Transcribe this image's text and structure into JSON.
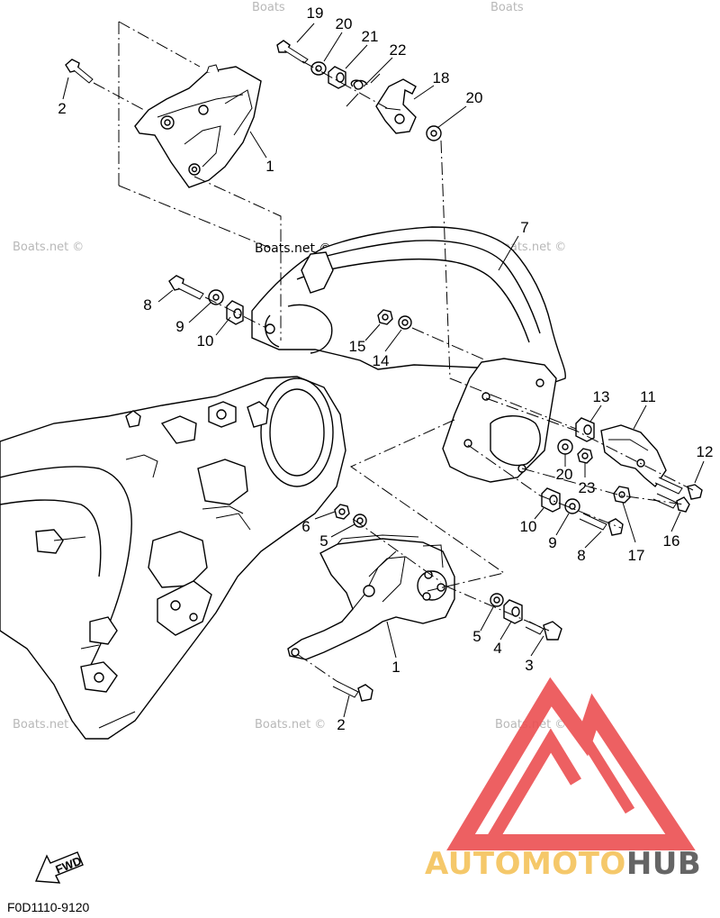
{
  "diagram_code": "F0D1110-9120",
  "fwd_label": "FWD",
  "watermark": "Boats.net ©",
  "watermark_partial": "Boats",
  "logo": {
    "word_light": "AUTOMOTO",
    "word_dark": "HUB",
    "color_primary": "#ec4f52",
    "color_secondary": "#f5c35a",
    "color_dark": "#555555"
  },
  "callouts": [
    {
      "id": "19"
    },
    {
      "id": "20"
    },
    {
      "id": "21"
    },
    {
      "id": "22"
    },
    {
      "id": "18"
    },
    {
      "id": "20"
    },
    {
      "id": "2"
    },
    {
      "id": "1"
    },
    {
      "id": "7"
    },
    {
      "id": "8"
    },
    {
      "id": "9"
    },
    {
      "id": "10"
    },
    {
      "id": "15"
    },
    {
      "id": "14"
    },
    {
      "id": "13"
    },
    {
      "id": "11"
    },
    {
      "id": "12"
    },
    {
      "id": "20"
    },
    {
      "id": "23"
    },
    {
      "id": "10"
    },
    {
      "id": "9"
    },
    {
      "id": "8"
    },
    {
      "id": "17"
    },
    {
      "id": "16"
    },
    {
      "id": "6"
    },
    {
      "id": "5"
    },
    {
      "id": "5"
    },
    {
      "id": "4"
    },
    {
      "id": "3"
    },
    {
      "id": "1"
    },
    {
      "id": "2"
    }
  ]
}
